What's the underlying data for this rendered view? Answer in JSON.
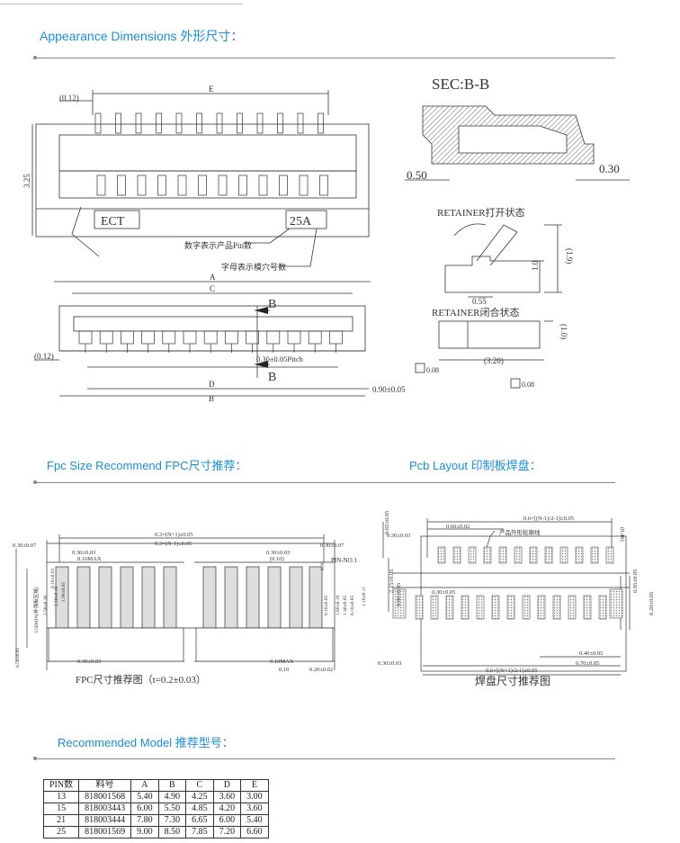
{
  "sections": {
    "appearance": "Appearance Dimensions 外形尺寸：",
    "fpc": "Fpc Size Recommend  FPC尺寸推荐：",
    "pcb": "Pcb Layout   印制板焊盘：",
    "model": "Recommended Model 推荐型号："
  },
  "drawing_top": {
    "dim_012_top": "(0.12)",
    "dim_E": "E",
    "dim_325": "3.25",
    "logo": "ECT",
    "pin_code": "25A",
    "note_pin": "数字表示产品Pin数",
    "note_mold": "字母表示模穴号数",
    "dim_A": "A",
    "dim_C": "C",
    "label_B": "B",
    "dim_012_side": "(0.12)",
    "pitch": "0.30±0.05Pitch",
    "dim_D": "D",
    "dim_B": "B",
    "dim_090": "0.90±0.05",
    "sec_title": "SEC:B-B",
    "dim_050": "0.50",
    "dim_030": "0.30",
    "retainer_open": "RETAINER打开状态",
    "dim_19": "(1.9)",
    "dim_10": "1.0",
    "dim_055": "0.55",
    "retainer_closed": "RETAINER闭合状态",
    "dim_10b": "(1.0)",
    "dim_320": "(3.20)",
    "flat_008a": "0.08",
    "flat_008b": "0.08"
  },
  "fpc": {
    "n_plus_1": "0.3×(N+1)±0.05",
    "n_minus_1": "0.3×(N-1)±0.05",
    "left_030": "0.30±0.07",
    "right_030": "0.30±0.07",
    "l_03003": "0.30±0.03",
    "l_010max": "0.10MAX",
    "r_03003": "0.30±0.03",
    "r_010": "(0.10)",
    "pin_no1": "PIN-NO.1",
    "v_350": "3.50MIN(补强板区域)",
    "v_250": "2.50±0.30",
    "v_210": "2.10±0.10",
    "v_190": "1.90±0.05",
    "v_010": "0.10±0.03",
    "v_054": "0.54±0.05",
    "r_030": "0.30",
    "r_010b": "0.10±0.05",
    "r_160": "1.60±0.10",
    "r_140": "1.40±0.05",
    "r_010c": "0.10±0.05",
    "r_110": "1.10±0.11",
    "bot_l": "0.30±0.03",
    "bot_010max": "0.10MAX",
    "bot_010": "0.10",
    "bot_020": "0.20±0.02",
    "caption": "FPC尺寸推荐图（t=0.2±0.03）"
  },
  "pcb": {
    "top_formula": "0.6×[(N-1)/2-1]±0.05",
    "top_060": "0.60±0.02",
    "outline_note": "产品外形轮廓线",
    "v_065": "0.65±0.05",
    "l_030": "0.30±0.03",
    "r_040": "(0.40)",
    "mid_030": "0.30±0.05",
    "v_215": "2.15±0.05",
    "v_080": "0.80±0.05",
    "r_095": "0.95±0.05",
    "r_020": "0.20±0.05",
    "b_040": "0.40±0.05",
    "b_070": "0.70±0.05",
    "b_l030": "0.30±0.03",
    "bot_formula": "0.6×[(N+1)/2-1]±0.05",
    "caption": "焊盘尺寸推荐图"
  },
  "model_table": {
    "headers": [
      "PIN数",
      "料号",
      "A",
      "B",
      "C",
      "D",
      "E"
    ],
    "rows": [
      [
        "13",
        "818001568",
        "5.40",
        "4.90",
        "4.25",
        "3.60",
        "3.00"
      ],
      [
        "15",
        "818003443",
        "6.00",
        "5.50",
        "4.85",
        "4.20",
        "3.60"
      ],
      [
        "21",
        "818003444",
        "7.80",
        "7.30",
        "6.65",
        "6.00",
        "5.40"
      ],
      [
        "25",
        "818001569",
        "9.00",
        "8.50",
        "7.85",
        "7.20",
        "6.60"
      ]
    ]
  },
  "colors": {
    "accent": "#1a8fd6",
    "line": "#333333",
    "hatch": "#666666"
  }
}
